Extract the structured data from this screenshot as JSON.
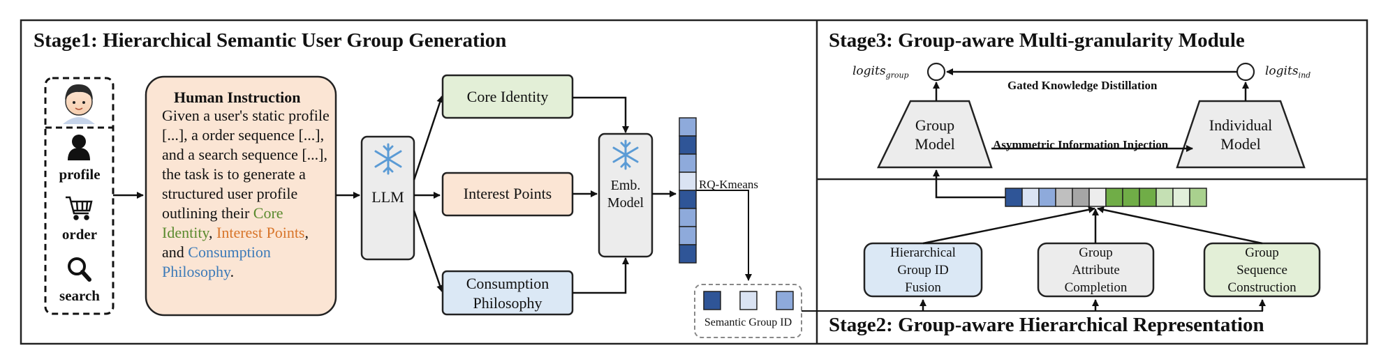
{
  "stage1": {
    "title": "Stage1: Hierarchical Semantic User Group Generation",
    "inputs": [
      "profile",
      "order",
      "search"
    ],
    "instruction": {
      "title": "Human Instruction",
      "text_before": "Given a user's static profile [...], a order sequence [...], and a search sequence [...], the task is to generate a structured user profile outlining their ",
      "core": "Core Identity",
      "sep1": ", ",
      "interest": "Interest Points",
      "sep2": ", and ",
      "consumption": "Consumption Philosophy",
      "end": "."
    },
    "llm": "LLM",
    "outputs": {
      "core": "Core Identity",
      "interest": "Interest Points",
      "consumption_l1": "Consumption",
      "consumption_l2": "Philosophy"
    },
    "emb_l1": "Emb.",
    "emb_l2": "Model",
    "rq": "RQ-Kmeans",
    "sid": "Semantic Group ID"
  },
  "stage2": {
    "title": "Stage2: Group-aware Hierarchical Representation",
    "fusion": [
      "Hierarchical",
      "Group ID",
      "Fusion"
    ],
    "attr": [
      "Group",
      "Attribute",
      "Completion"
    ],
    "seq": [
      "Group",
      "Sequence",
      "Construction"
    ]
  },
  "stage3": {
    "title": "Stage3: Group-aware Multi-granularity Module",
    "logits_group": "logits",
    "logits_group_sub": "group",
    "logits_ind": "logits",
    "logits_ind_sub": "ind",
    "distill": "Gated Knowledge Distillation",
    "inject": "Asymmetric Information Injection",
    "group_model": [
      "Group",
      "Model"
    ],
    "ind_model": [
      "Individual",
      "Model"
    ]
  },
  "colors": {
    "green_fill": "#e3efd7",
    "orange_fill": "#fbe5d4",
    "blue_fill": "#dbe8f5",
    "gray_fill": "#ececec",
    "dark_blue": "#2f5597",
    "mid_blue": "#8eaadb",
    "light_blue": "#dae3f3",
    "green": "#70ad47",
    "light_green": "#c5e0b4"
  }
}
